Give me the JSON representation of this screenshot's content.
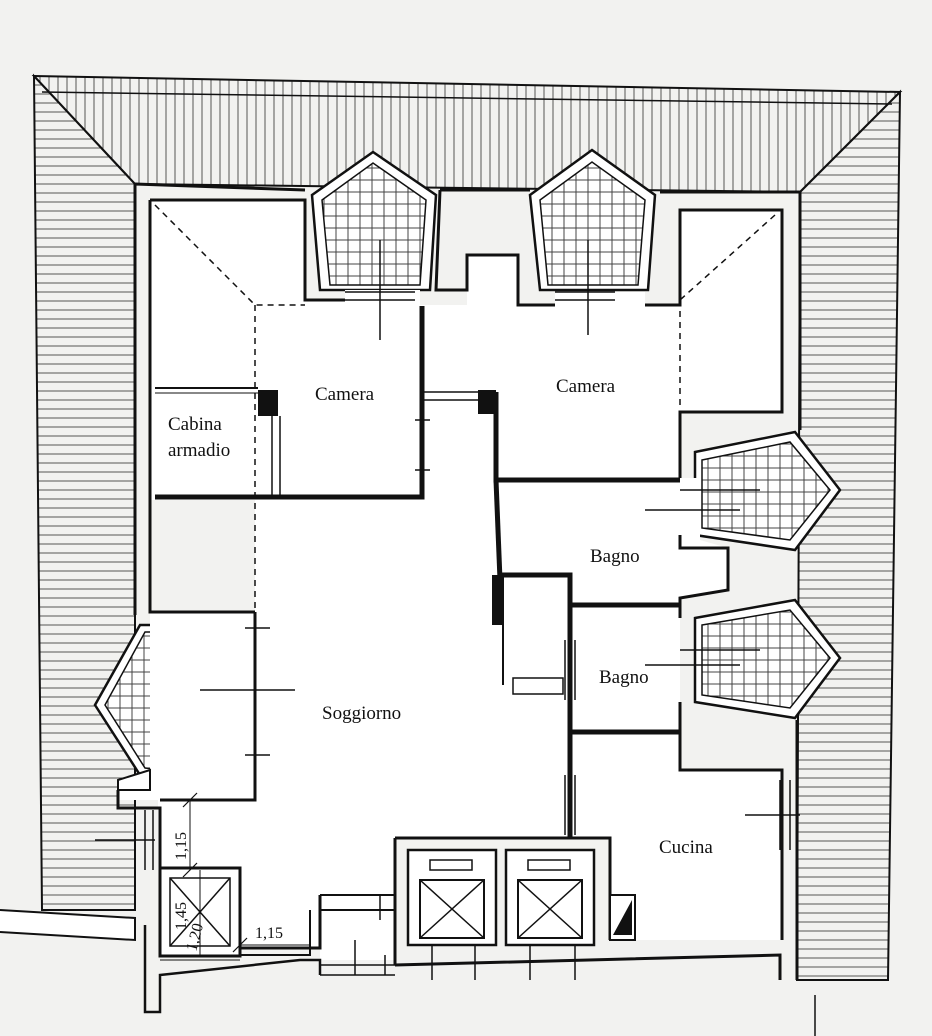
{
  "colors": {
    "paper": "#f2f2f0",
    "wall": "#111111",
    "line": "#1a1a1a",
    "hatch": "#555555",
    "grid": "#444444"
  },
  "rooms": {
    "camera_left": "Camera",
    "camera_right": "Camera",
    "cabina_line1": "Cabina",
    "cabina_line2": "armadio",
    "bagno_upper": "Bagno",
    "bagno_lower": "Bagno",
    "soggiorno": "Soggiorno",
    "cucina": "Cucina"
  },
  "dimensions": {
    "d1": "1,15",
    "d2": "1,45",
    "d3": "1,20",
    "d4": "1,15"
  },
  "icons": [
    "elevator-icon",
    "terrace-grid",
    "roof-hatching"
  ]
}
